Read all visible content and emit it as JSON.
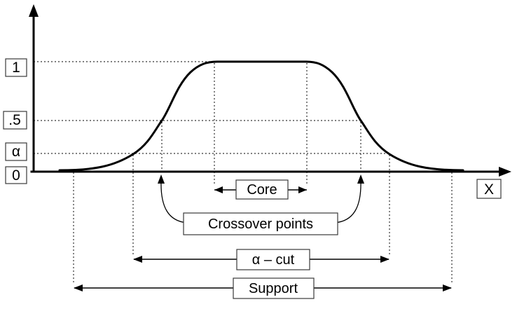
{
  "axis": {
    "y_labels": {
      "one": "1",
      "half": ".5",
      "alpha": "α",
      "zero": "0"
    },
    "x_label": "X"
  },
  "annotations": {
    "core": "Core",
    "crossover": "Crossover points",
    "alpha_cut": "α – cut",
    "support": "Support"
  },
  "colors": {
    "line": "#000000",
    "gridline": "#333333",
    "background": "#ffffff"
  }
}
